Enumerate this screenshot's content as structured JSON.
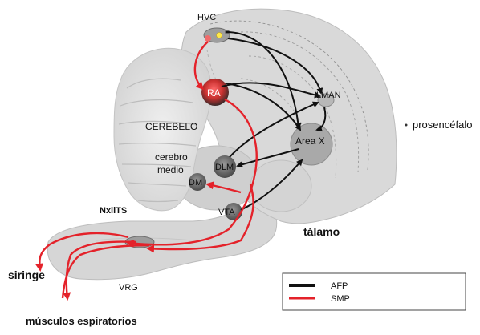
{
  "labels": {
    "hvc": "HVC",
    "ra": "RA",
    "lman": "LMAN",
    "area_x": "Area X",
    "dlm": "DLM",
    "dm": "DM",
    "vta": "VTA",
    "cerebelo": "CEREBELO",
    "cerebro_medio_1": "cerebro",
    "cerebro_medio_2": "medio",
    "prosencefalo": "prosencéfalo",
    "talamo": "tálamo",
    "nxiits": "NxiiTS",
    "siringe": "siringe",
    "vrg": "VRG",
    "musculos": "músculos espiratorios"
  },
  "legend": {
    "afp": {
      "label": "AFP",
      "color": "#111111"
    },
    "smp": {
      "label": "SMP",
      "color": "#e4222a"
    }
  },
  "colors": {
    "afp": "#111111",
    "smp": "#e4222a",
    "brain": "#d8d8d8",
    "brain_edge": "#bdbdbd",
    "cerebellum": "#e6e6e6",
    "nucleus": "#8a8a8a"
  }
}
